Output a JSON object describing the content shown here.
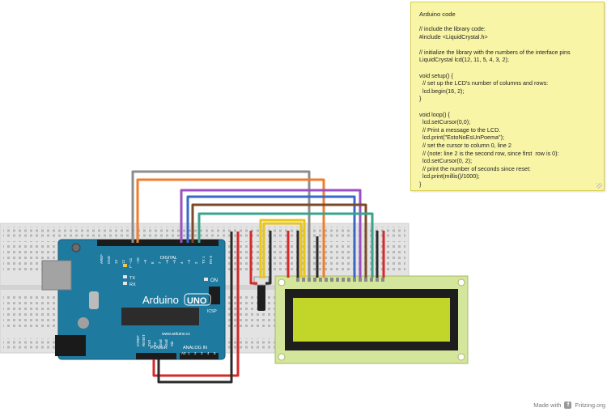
{
  "note": {
    "title": "Arduino code",
    "code_lines": [
      "// include the library code:",
      "#include <LiquidCrystal.h>",
      "",
      "// initialize the library with the numbers of the interface pins",
      "LiquidCrystal lcd(12, 11, 5, 4, 3, 2);",
      "",
      "void setup() {",
      "  // set up the LCD's number of columns and rows:",
      "  lcd.begin(16, 2);",
      "}",
      "",
      "void loop() {",
      "  lcd.setCursor(0,0);",
      "  // Print a message to the LCD.",
      "  lcd.print(\"EstoNoEsUnPoema\");",
      "  // set the cursor to column 0, line 2",
      "  // (note: line 2 is the second row, since first  row is 0):",
      "  lcd.setCursor(0, 2);",
      "  // print the number of seconds since reset:",
      "  lcd.print(millis()/1000);",
      "}"
    ]
  },
  "arduino": {
    "brand": "Arduino",
    "model": "UNO",
    "on_label": "ON",
    "digital_label": "DIGITAL",
    "power_label": "POWER",
    "analog_label": "ANALOG IN",
    "tx_label": "TX",
    "rx_label": "RX",
    "l_label": "L",
    "icsp_label": "ICSP",
    "url": "www.arduino.cc",
    "top_pin_labels": [
      "AREF",
      "GND",
      "13",
      "12",
      "~11",
      "~10",
      "~9",
      "8",
      "7",
      "~6",
      "~5",
      "4",
      "~3",
      "2",
      "TX 1",
      "RX 0"
    ],
    "power_pin_labels": [
      "IOREF",
      "RESET",
      "3V3",
      "5V",
      "Gnd",
      "Gnd",
      "Vin"
    ],
    "analog_pin_labels": [
      "A0",
      "1",
      "2",
      "3",
      "4",
      "5"
    ]
  },
  "footer": {
    "made_with": "Made with",
    "brand": "Fritzing.org"
  },
  "colors": {
    "board": "#1f7aa0",
    "lcd_pcb": "#d4e59c",
    "lcd_screen": "#c2d62a",
    "wire_gray": "#8d8d8d",
    "wire_orange": "#f07d2c",
    "wire_purple": "#9b4fc0",
    "wire_blue": "#3a68c8",
    "wire_teal": "#3aa38e",
    "wire_brown": "#7a4a2a",
    "wire_red": "#d42a2a",
    "wire_black": "#2a2a2a",
    "wire_yellow": "#e8c61a"
  }
}
